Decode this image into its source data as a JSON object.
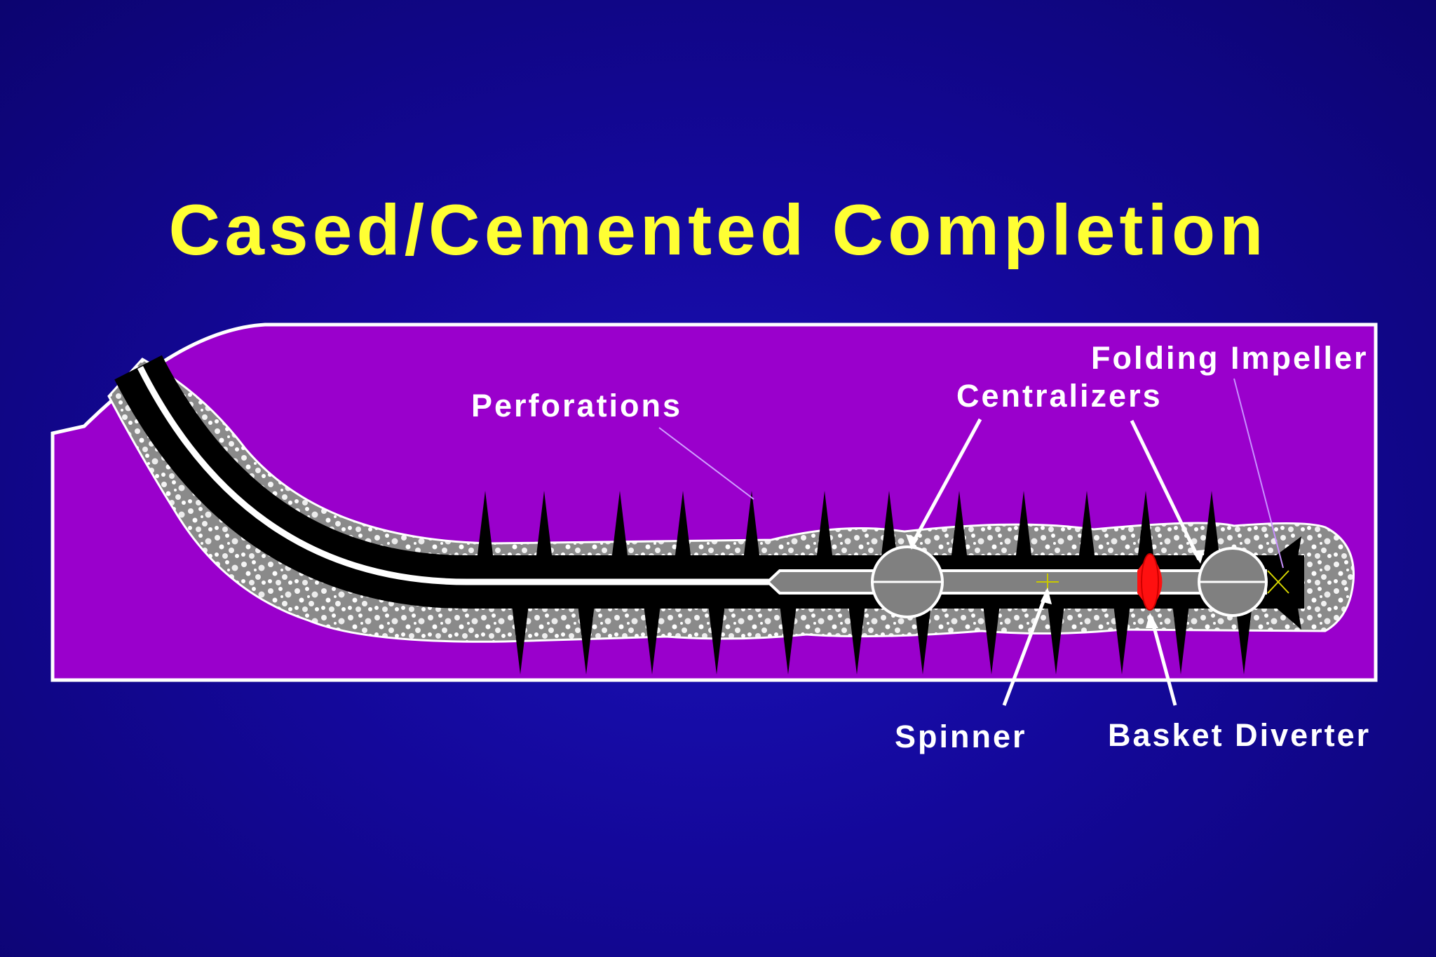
{
  "slide": {
    "title": "Cased/Cemented Completion"
  },
  "labels": {
    "perforations": "Perforations",
    "centralizers": "Centralizers",
    "folding_impeller": "Folding Impeller",
    "spinner": "Spinner",
    "basket_diverter": "Basket Diverter"
  },
  "colors": {
    "background": "#14089a",
    "formation": "#9a00cc",
    "title": "#ffff33",
    "cement": "#8a8a8a",
    "casing": "#000000",
    "tool": "#808080",
    "basket_diverter": "#ff1010",
    "labels": "#ffffff"
  }
}
